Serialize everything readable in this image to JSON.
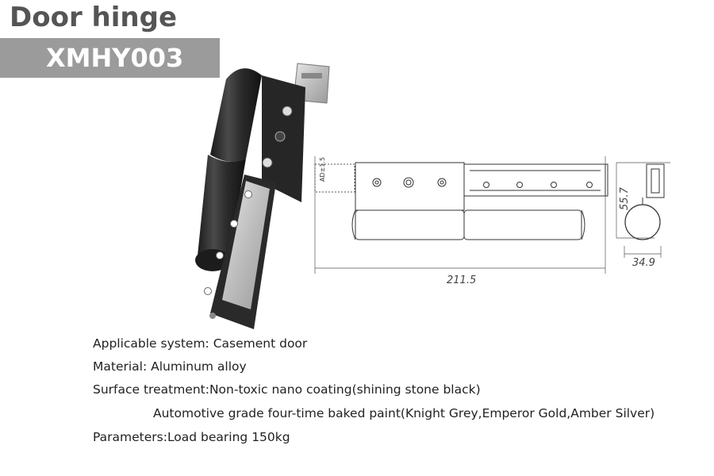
{
  "header": {
    "title": "Door hinge",
    "model": "XMHY003"
  },
  "drawing": {
    "dim_length": "211.5",
    "dim_height": "55.7",
    "dim_width": "34.9",
    "plate_label": "AD±1.5"
  },
  "specs": {
    "applicable": "Applicable system: Casement door",
    "material": "Material: Aluminum alloy",
    "surface": "Surface treatment:Non-toxic nano coating(shining stone black)",
    "surface2": "Automotive grade four-time baked paint(Knight Grey,Emperor Gold,Amber Silver)",
    "parameters": "Parameters:Load bearing 150kg"
  },
  "colors": {
    "bar": "#9b9b9b",
    "hinge": "#2b2b2b",
    "title": "#555555"
  }
}
